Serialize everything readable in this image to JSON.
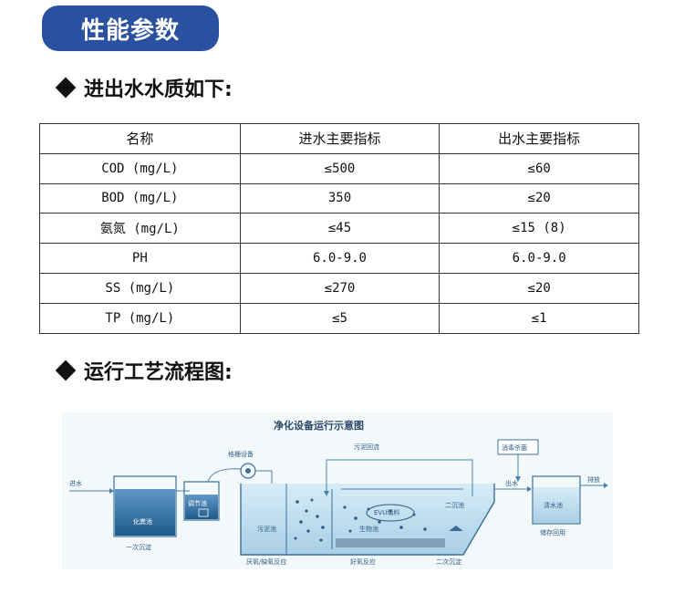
{
  "badge": {
    "title": "性能参数"
  },
  "section1": {
    "title": "进出水水质如下:"
  },
  "table": {
    "headers": [
      "名称",
      "进水主要指标",
      "出水主要指标"
    ],
    "rows": [
      [
        "COD (mg/L)",
        "≤500",
        "≤60"
      ],
      [
        "BOD (mg/L)",
        "350",
        "≤20"
      ],
      [
        "氨氮 (mg/L)",
        "≤45",
        "≤15 (8)"
      ],
      [
        "PH",
        "6.0-9.0",
        "6.0-9.0"
      ],
      [
        "SS (mg/L)",
        "≤270",
        "≤20"
      ],
      [
        "TP (mg/L)",
        "≤5",
        "≤1"
      ]
    ]
  },
  "section2": {
    "title": "运行工艺流程图:"
  },
  "diagram": {
    "title": "净化设备运行示意图",
    "labels": {
      "inlet": "进水",
      "septic_tank": "化粪池",
      "primary_settling": "一次沉淀",
      "grille": "格栅设备",
      "regulating_tank": "调节池",
      "sludge_return": "污泥回流",
      "disinfection": "消毒杀菌",
      "outlet": "出水",
      "discharge": "排放",
      "clear_tank": "清水池",
      "storage_reuse": "储存回用",
      "sludge_tank": "污泥池",
      "evu_filler": "EVU填料",
      "biomass": "生物池",
      "secondary_settling_tank": "二沉池",
      "anaerobic": "厌氧/缺氧反应",
      "aerobic": "好氧反应",
      "secondary_settling": "二次沉淀"
    },
    "colors": {
      "water": "#2d6da0",
      "outline": "#3b6f9a",
      "pipe": "#4a7fae"
    }
  }
}
